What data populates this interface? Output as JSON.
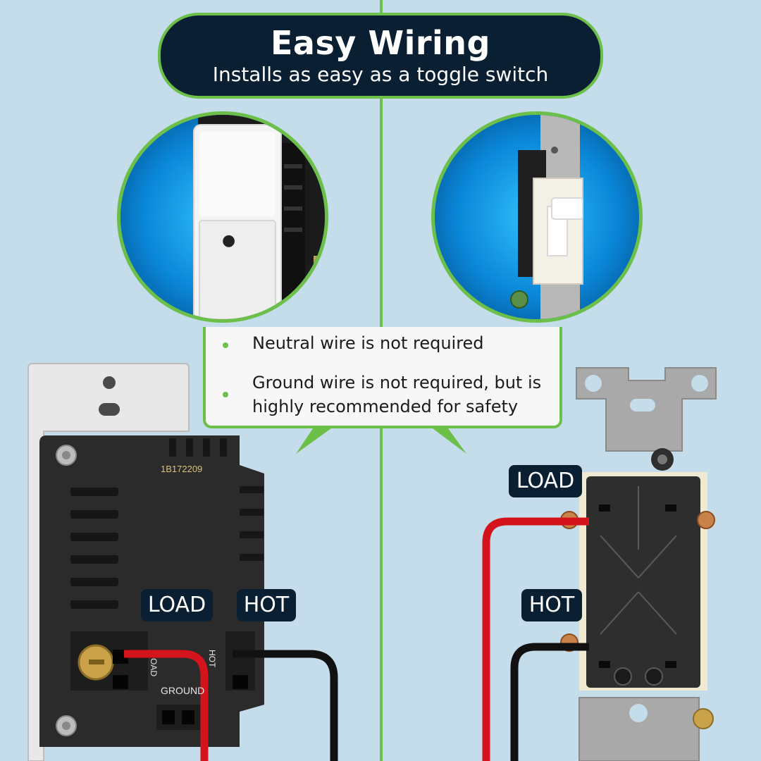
{
  "banner": {
    "title": "Easy Wiring",
    "subtitle": "Installs as easy as a toggle switch"
  },
  "features": [
    "Neutral wire is not required",
    "Ground wire is not required, but is highly recommended for safety"
  ],
  "left_device": {
    "model_code": "1B172209",
    "terminal_labels": {
      "load": "LOAD",
      "hot": "HOT",
      "ground": "GROUND",
      "load_side": "OAD",
      "hot_side": "HOT"
    },
    "tags": {
      "load": "LOAD",
      "hot": "HOT"
    }
  },
  "right_device": {
    "tags": {
      "load": "LOAD",
      "hot": "HOT"
    }
  },
  "colors": {
    "background": "#c5dcea",
    "accent_green": "#6cc04a",
    "banner_navy": "#0b1f33",
    "wire_red": "#d4141c",
    "wire_black": "#111111",
    "brass": "#c9a24a"
  },
  "icons": [
    "light-bulb-icon",
    "screw-icon"
  ]
}
